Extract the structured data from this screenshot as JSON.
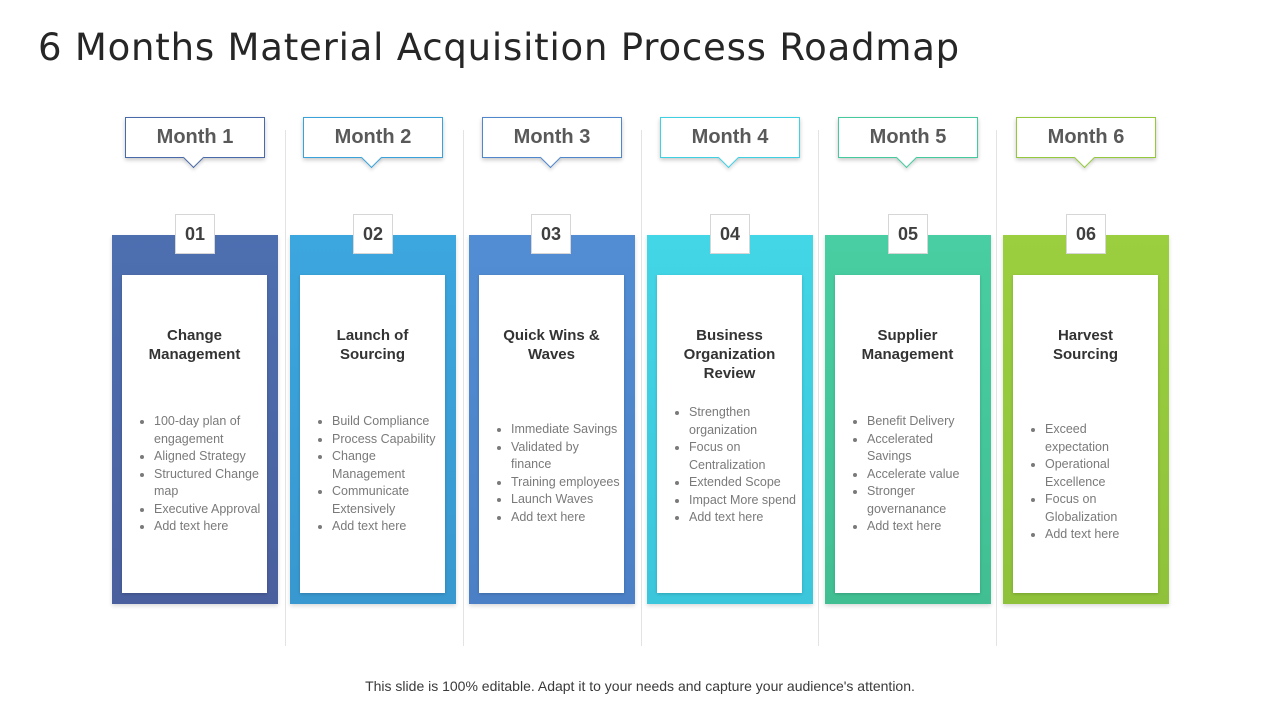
{
  "title": "6 Months Material Acquisition Process Roadmap",
  "footer": "This slide is 100% editable. Adapt it to your needs and capture your audience's attention.",
  "colors": {
    "month1": "#4a69a8",
    "month2": "#3aa1d9",
    "month3": "#4f86cc",
    "month4": "#3fd0e2",
    "month5": "#45c99e",
    "month6": "#95c93d"
  },
  "stages": [
    {
      "month": "Month 1",
      "number": "01",
      "title_lines": [
        "Change",
        "Management"
      ],
      "items": [
        "100-day plan of engagement",
        "Aligned Strategy",
        "Structured Change map",
        "Executive Approval",
        "Add text here"
      ]
    },
    {
      "month": "Month 2",
      "number": "02",
      "title_lines": [
        "Launch of",
        "Sourcing"
      ],
      "items": [
        "Build Compliance",
        "Process Capability",
        "Change Management",
        "Communicate Extensively",
        "Add text here"
      ]
    },
    {
      "month": "Month 3",
      "number": "03",
      "title_lines": [
        "Quick Wins &",
        "Waves"
      ],
      "items": [
        "Immediate Savings",
        "Validated by finance",
        "Training employees",
        "Launch Waves",
        "Add text here"
      ]
    },
    {
      "month": "Month 4",
      "number": "04",
      "title_lines": [
        "Business",
        "Organization",
        "Review"
      ],
      "items": [
        "Strengthen organization",
        "Focus on Centralization",
        "Extended Scope",
        "Impact More spend",
        "Add text here"
      ]
    },
    {
      "month": "Month 5",
      "number": "05",
      "title_lines": [
        "Supplier",
        "Management"
      ],
      "items": [
        "Benefit Delivery",
        "Accelerated Savings",
        "Accelerate  value",
        "Stronger governanance",
        "Add text here"
      ]
    },
    {
      "month": "Month 6",
      "number": "06",
      "title_lines": [
        "Harvest",
        "Sourcing"
      ],
      "items": [
        "Exceed expectation",
        "Operational Excellence",
        "Focus on Globalization",
        "Add text here"
      ]
    }
  ]
}
